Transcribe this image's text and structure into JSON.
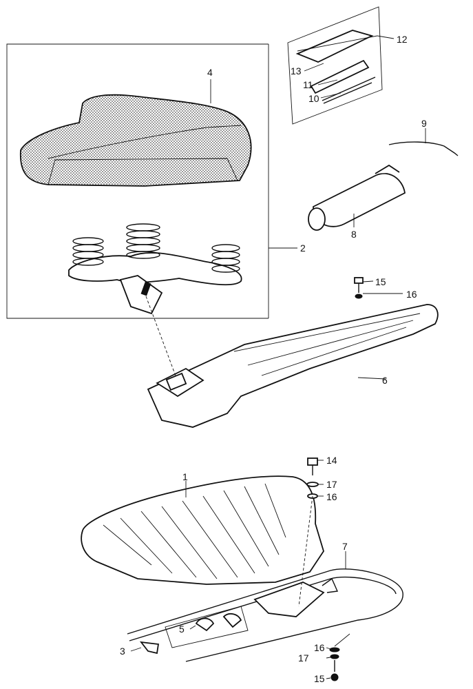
{
  "labels": {
    "l1": "1",
    "l2": "2",
    "l3": "3",
    "l4": "4",
    "l5": "5",
    "l6": "6",
    "l7": "7",
    "l8": "8",
    "l9": "9",
    "l10": "10",
    "l11": "11",
    "l12": "12",
    "l13": "13",
    "l14": "14",
    "l15a": "15",
    "l15b": "15",
    "l16a": "16",
    "l16b": "16",
    "l16c": "16",
    "l17a": "17",
    "l17b": "17"
  }
}
